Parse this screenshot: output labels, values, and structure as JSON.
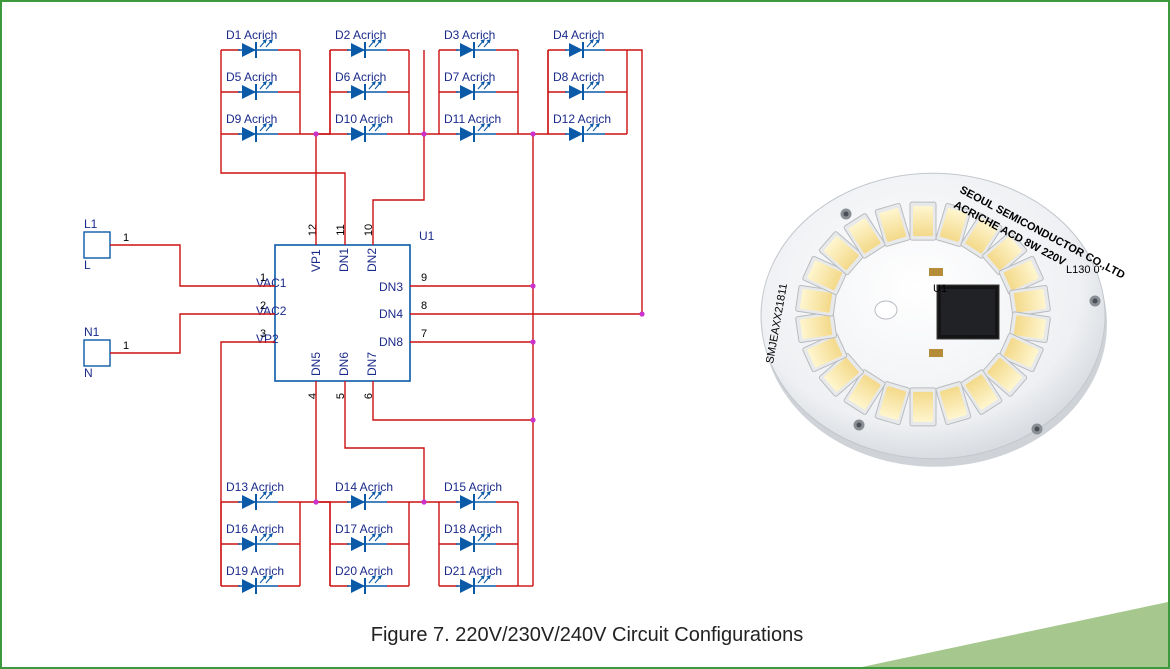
{
  "caption": "Figure 7. 220V/230V/240V Circuit Configurations",
  "colors": {
    "frame_border": "#3c9a3c",
    "wire": "#cc1111",
    "diode": "#0a5aa8",
    "label": "#1a2a8a",
    "junction": "#cc33cc",
    "corner_accent": "#a6c88e"
  },
  "connectors": [
    {
      "name": "L1",
      "sub": "L",
      "pin": "1"
    },
    {
      "name": "N1",
      "sub": "N",
      "pin": "1"
    }
  ],
  "ic": {
    "ref": "U1",
    "pins": [
      {
        "num": "1",
        "name": "VAC1"
      },
      {
        "num": "2",
        "name": "VAC2"
      },
      {
        "num": "3",
        "name": "VP2"
      },
      {
        "num": "4",
        "name": "DN5"
      },
      {
        "num": "5",
        "name": "DN6"
      },
      {
        "num": "6",
        "name": "DN7"
      },
      {
        "num": "7",
        "name": "DN8"
      },
      {
        "num": "8",
        "name": "DN4"
      },
      {
        "num": "9",
        "name": "DN3"
      },
      {
        "num": "10",
        "name": "DN2"
      },
      {
        "num": "11",
        "name": "DN1"
      },
      {
        "num": "12",
        "name": "VP1"
      }
    ]
  },
  "led_groups_top": [
    [
      "D1 Acrich",
      "D5 Acrich",
      "D9 Acrich"
    ],
    [
      "D2 Acrich",
      "D6 Acrich",
      "D10 Acrich"
    ],
    [
      "D3 Acrich",
      "D7 Acrich",
      "D11 Acrich"
    ],
    [
      "D4 Acrich",
      "D8 Acrich",
      "D12 Acrich"
    ]
  ],
  "led_groups_bottom": [
    [
      "D13 Acrich",
      "D16 Acrich",
      "D19 Acrich"
    ],
    [
      "D14 Acrich",
      "D17 Acrich",
      "D20 Acrich"
    ],
    [
      "D15 Acrich",
      "D18 Acrich",
      "D21 Acrich"
    ]
  ],
  "module": {
    "brand_line1": "SEOUL SEMICONDUCTOR CO.,LTD",
    "brand_line2": "ACRICHE ACD 8W 220V",
    "side_code": "SMJEAXX21811",
    "corner_code": "L130 0",
    "chip_ref": "U1",
    "led_count": 22
  }
}
